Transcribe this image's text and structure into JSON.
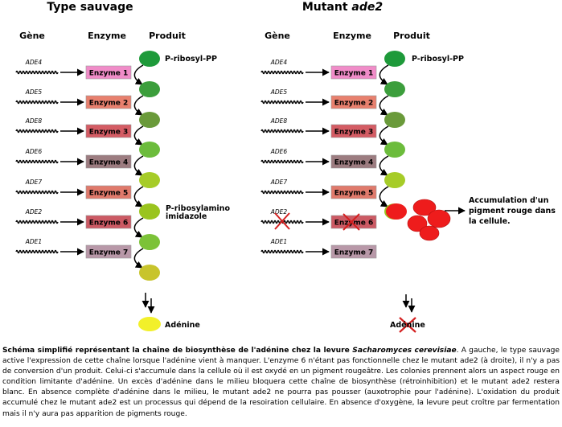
{
  "left": {
    "title": "Type sauvage",
    "headers": {
      "gene": "Gène",
      "enzyme": "Enzyme",
      "product": "Produit"
    }
  },
  "right": {
    "title_plain": "Mutant ",
    "title_italic": "ade2",
    "headers": {
      "gene": "Gène",
      "enzyme": "Enzyme",
      "product": "Produit"
    }
  },
  "genes": [
    "ADE4",
    "ADE5",
    "ADE8",
    "ADE6",
    "ADE7",
    "ADE2",
    "ADE1"
  ],
  "enzymes": [
    "Enzyme 1",
    "Enzyme 2",
    "Enzyme 3",
    "Enzyme 4",
    "Enzyme 5",
    "Enzyme 6",
    "Enzyme 7"
  ],
  "enzyme_colors": [
    "#f08cc8",
    "#e8806e",
    "#d45c64",
    "#9c7c80",
    "#e07a6c",
    "#cc5a64",
    "#b898a8"
  ],
  "product_colors": [
    "#1e9a3a",
    "#3c9e3c",
    "#6a9a3a",
    "#6cbc3c",
    "#a6cc28",
    "#9ac41e",
    "#7cc238",
    "#c8c42c"
  ],
  "labels": {
    "p_ribosyl_pp": "P-ribosyl-PP",
    "p_ribosylamino_1": "P-ribosylamino",
    "p_ribosylamino_2": "imidazole",
    "adenine": "Adénine",
    "accumulation": [
      "Accumulation  d'un",
      "pigment rouge dans",
      "la cellule."
    ]
  },
  "colors": {
    "adenine_fill": "#f2f02a",
    "pigment_red": "#ee1c1c",
    "cross_red": "#d42020"
  },
  "caption": {
    "bold": "Schéma simplifié représentant la chaîne de biosynthèse de l'adénine chez la levure ",
    "bold_italic": "Sacharomyces cerevisiae",
    "text": ".  A gauche, le type sauvage active l'expression de cette chaîne lorsque l'adénine vient à manquer.  L'enzyme 6 n'étant pas fonctionnelle chez le mutant ade2 (à droite),  il n'y a pas de conversion d'un produit. Celui-ci s'accumule dans la cellule où il est oxydé en un pigment rougeâtre. Les colonies prennent alors un aspect rouge en condition limitante d'adénine. Un excès d'adénine dans le milieu bloquera cette chaîne de biosynthèse (rétroinhibition) et le mutant ade2 restera blanc. En absence complète d'adénine dans le milieu, le mutant ade2 ne pourra pas pousser (auxotrophie pour l'adénine). L'oxidation du produit accumulé chez le mutant ade2 est un processus qui dépend de la resoiration cellulaire. En absence d'oxygène, la levure peut croître par fermentation mais il n'y aura pas apparition de pigments rouge."
  }
}
